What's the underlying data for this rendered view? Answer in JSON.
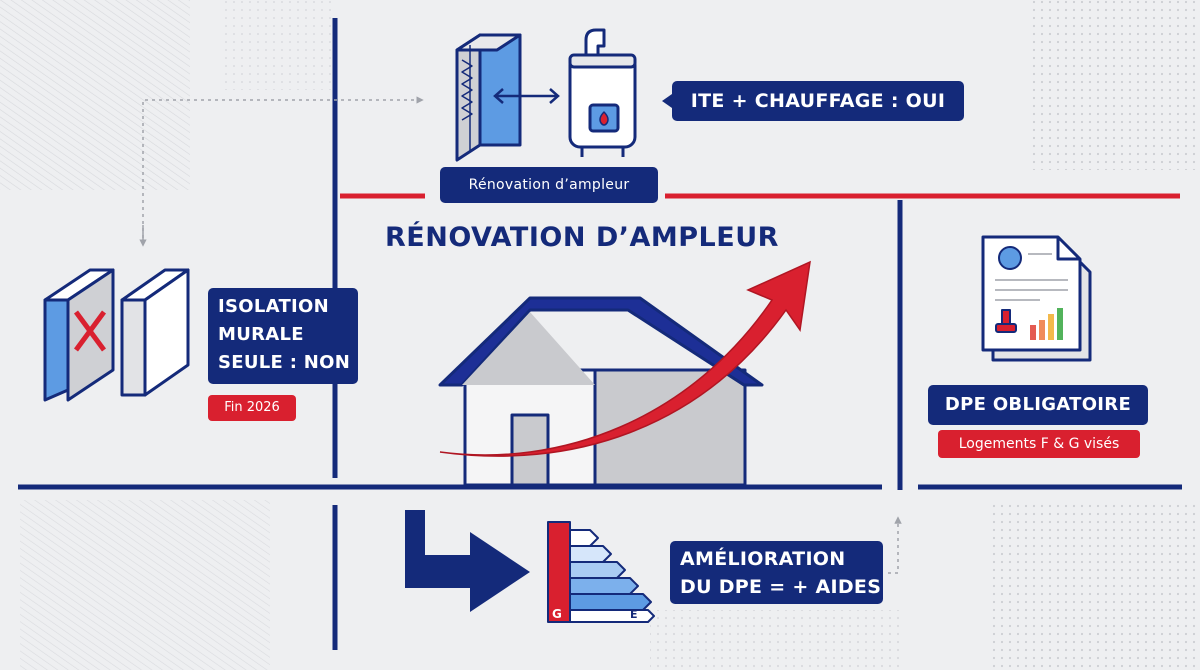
{
  "colors": {
    "navy": "#142a7a",
    "red": "#d9202f",
    "blue": "#4f8fdc",
    "background": "#eeeff1",
    "roof": "#1d2f96",
    "grey": "#c9cace"
  },
  "heading": "RÉNOVATION D’AMPLEUR",
  "top_panel": {
    "badge": "Rénovation d’ampleur",
    "result": "ITE + CHAUFFAGE : OUI",
    "icons": [
      "insulation-panel-icon",
      "double-arrow-icon",
      "boiler-icon"
    ]
  },
  "left_panel": {
    "title_lines": [
      "ISOLATION",
      "MURALE",
      "SEULE : NON"
    ],
    "deadline": "Fin 2026",
    "icons": [
      "rejected-panel-icon",
      "plain-panel-icon"
    ]
  },
  "right_panel": {
    "title": "DPE OBLIGATOIRE",
    "subtitle": "Logements F & G visés",
    "icons": [
      "dpe-document-icon"
    ]
  },
  "bottom_panel": {
    "title_lines": [
      "AMÉLIORATION",
      "DU DPE = + AIDES"
    ],
    "energy_label_from": "G",
    "energy_label_to": "E",
    "icons": [
      "navy-turn-arrow-icon",
      "energy-scale-icon"
    ]
  },
  "center": {
    "icons": [
      "house-icon",
      "rising-arrow-icon"
    ]
  }
}
